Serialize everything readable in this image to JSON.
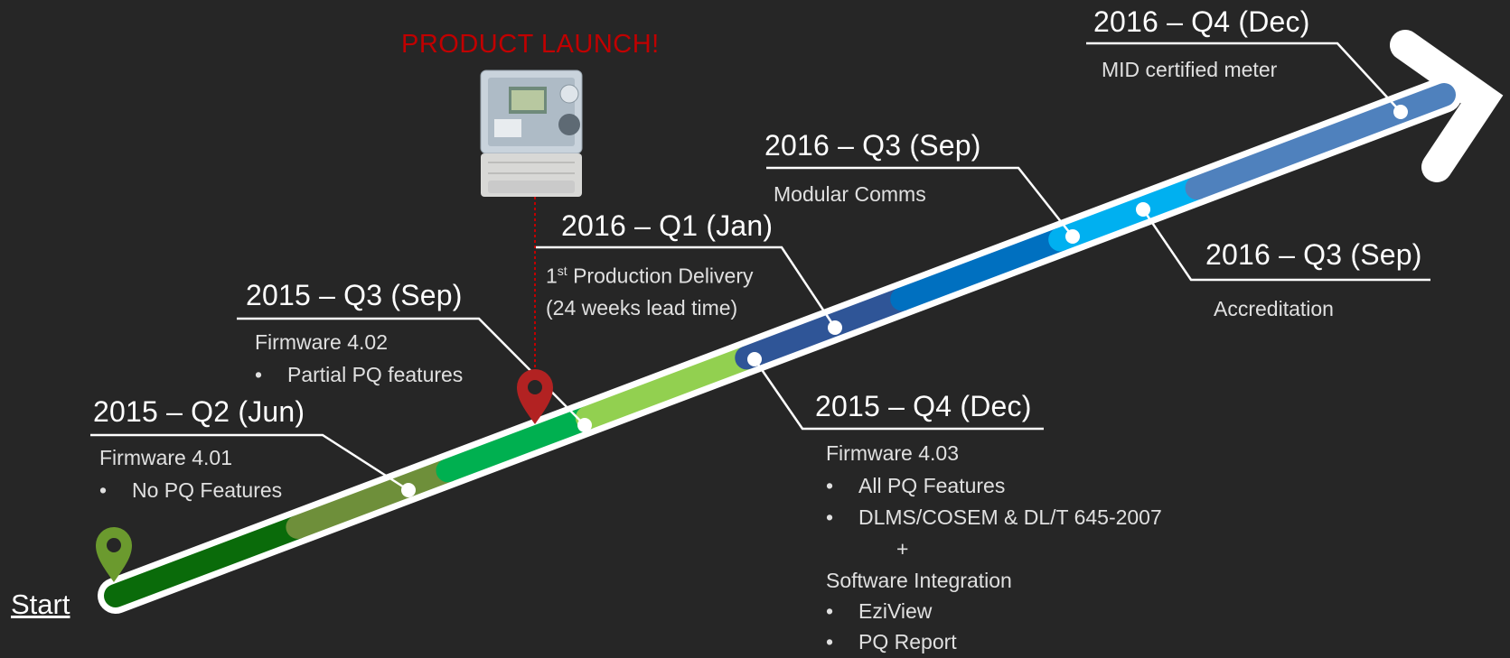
{
  "start_label": "Start",
  "launch_label": "PRODUCT LAUNCH!",
  "milestones": {
    "q2_2015": {
      "date": "2015 – Q2 (Jun)",
      "title": "Firmware 4.01",
      "bullets": [
        "No PQ Features"
      ]
    },
    "q3_2015": {
      "date": "2015 – Q3 (Sep)",
      "title": "Firmware 4.02",
      "bullets": [
        "Partial PQ features"
      ]
    },
    "q1_2016": {
      "date": "2016 – Q1 (Jan)",
      "line1_prefix": "1",
      "line1_sup": "st",
      "line1_rest": " Production Delivery",
      "line2": "(24 weeks lead time)"
    },
    "q4_2015": {
      "date": "2015 – Q4 (Dec)",
      "title": "Firmware 4.03",
      "bullets": [
        "All PQ Features",
        "DLMS/COSEM & DL/T 645-2007"
      ],
      "plus": "+",
      "subtitle": "Software Integration",
      "sub_bullets": [
        "EziView",
        "PQ Report"
      ]
    },
    "q3_2016_comms": {
      "date": "2016 – Q3 (Sep)",
      "desc": "Modular Comms"
    },
    "q3_2016_accred": {
      "date": "2016 – Q3 (Sep)",
      "desc": "Accreditation"
    },
    "q4_2016": {
      "date": "2016 – Q4 (Dec)",
      "desc": "MID certified  meter"
    }
  },
  "colors": {
    "background": "#262626",
    "launch_red": "#c00000",
    "pin_green": "#6b9a2e",
    "pin_red": "#b22222",
    "segments": [
      "#0a6b0a",
      "#6e8f3a",
      "#00b050",
      "#92d050",
      "#2f5597",
      "#0070c0",
      "#00b0f0",
      "#4f81bd"
    ]
  }
}
